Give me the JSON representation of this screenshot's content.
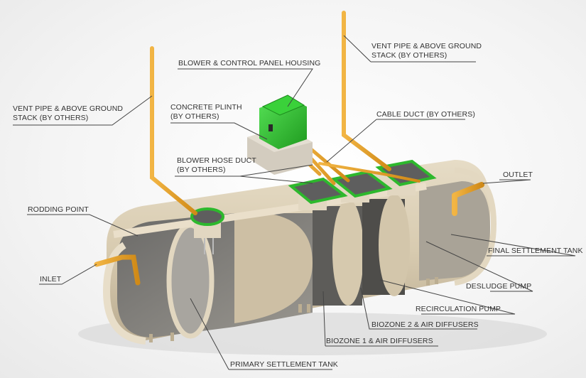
{
  "title": "Sewage Treatment Plant Cutaway",
  "colors": {
    "pipe": "#e8a128",
    "tank": "#d9cdb4",
    "lid_green": "#2db82d",
    "lid_top": "#5e5e5e",
    "housing_green": "#3ad13a",
    "plinth": "#cfc8bc",
    "leader_line": "#444444"
  },
  "labels": {
    "vent_left": [
      "VENT PIPE & ABOVE GROUND",
      "STACK (BY OTHERS)"
    ],
    "vent_right": [
      "VENT PIPE & ABOVE GROUND",
      "STACK (BY OTHERS)"
    ],
    "blower_housing": "BLOWER & CONTROL PANEL HOUSING",
    "concrete_plinth": [
      "CONCRETE PLINTH",
      "(BY OTHERS)"
    ],
    "blower_hose_duct": [
      "BLOWER HOSE DUCT",
      "(BY OTHERS)"
    ],
    "cable_duct": "CABLE DUCT (BY OTHERS)",
    "outlet": "OUTLET",
    "rodding_point": "RODDING POINT",
    "inlet": "INLET",
    "final_settlement_tank": "FINAL SETTLEMENT TANK",
    "desludge_pump": "DESLUDGE PUMP",
    "recirculation_pump": "RECIRCULATION PUMP",
    "biozone_2": "BIOZONE 2 & AIR DIFFUSERS",
    "biozone_1": "BIOZONE 1 & AIR DIFFUSERS",
    "primary_settlement_tank": "PRIMARY SETTLEMENT TANK"
  }
}
